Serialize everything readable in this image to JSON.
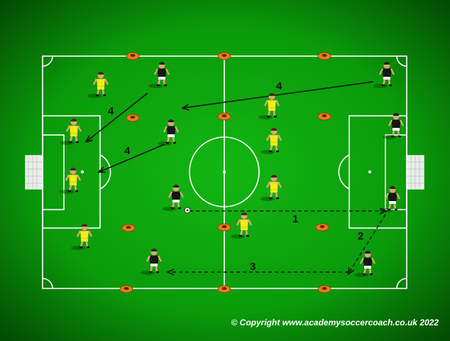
{
  "labels": {
    "arrow_1": "1",
    "arrow_2": "2",
    "arrow_3": "3",
    "arrow_4_top": "4",
    "arrow_4_left": "4",
    "arrow_4_mid": "4"
  },
  "copyright": "© Copyright www.academysoccercoach.co.uk 2022",
  "colors": {
    "pitch": "#0fa40f",
    "pitch_edge": "#034a03",
    "lines": "#ffffff",
    "team_yellow": "#f2ec1a",
    "team_black": "#111111",
    "cone": "#f07a1a"
  }
}
